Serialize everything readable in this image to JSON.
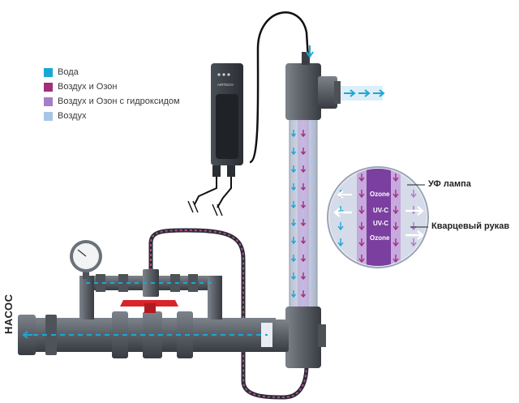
{
  "legend": [
    {
      "label": "Вода",
      "color": "#19a8d6"
    },
    {
      "label": "Воздух и Озон",
      "color": "#a0307a"
    },
    {
      "label": "Воздух и Озон с гидроксидом",
      "color": "#a67dc6"
    },
    {
      "label": "Воздух",
      "color": "#a6c6e6"
    }
  ],
  "labels": {
    "uv_lamp": "УФ лампа",
    "quartz_sleeve": "Кварцевый рукав",
    "pump": "НАСОС",
    "brand": "AIRTECH"
  },
  "zoom": {
    "ozone_top": "Ozone",
    "uvc_1": "UV-C",
    "uvc_2": "UV-C",
    "ozone_bottom": "Ozone"
  },
  "colors": {
    "pipe": "#5a5f66",
    "pipe_dark": "#3c4046",
    "valve_handle": "#d8242b",
    "lamp_fill": "#7b3fa0",
    "water": "#19a8d6"
  }
}
